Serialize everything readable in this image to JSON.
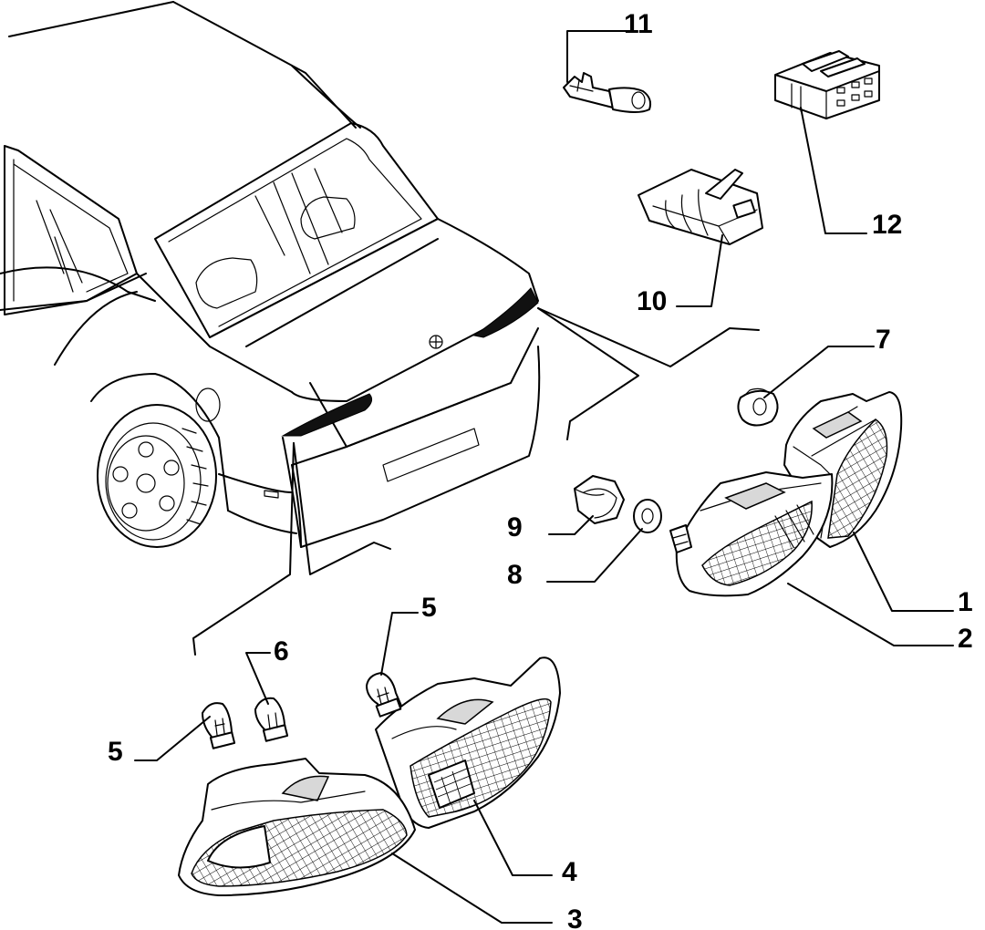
{
  "labels": {
    "n1": "1",
    "n2": "2",
    "n3": "3",
    "n4": "4",
    "n5a": "5",
    "n5b": "5",
    "n6": "6",
    "n7": "7",
    "n8": "8",
    "n9": "9",
    "n10": "10",
    "n11": "11",
    "n12": "12"
  },
  "colors": {
    "line": "#000000",
    "background": "#ffffff"
  }
}
